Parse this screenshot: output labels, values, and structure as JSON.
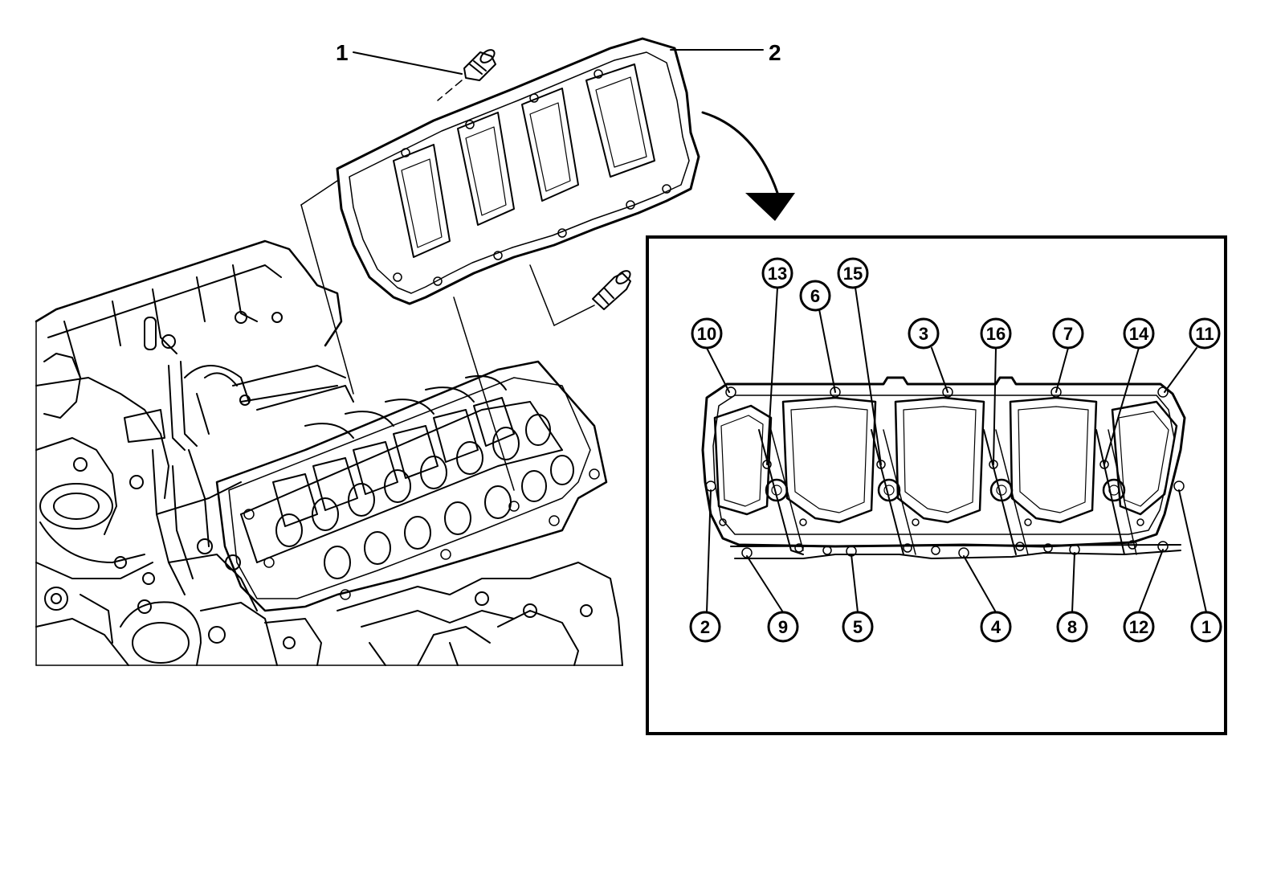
{
  "callouts": [
    {
      "id": "fastener",
      "label": "1"
    },
    {
      "id": "gasket",
      "label": "2"
    }
  ],
  "sequence_labels": {
    "t10": "10",
    "t13": "13",
    "t6": "6",
    "t15": "15",
    "t3": "3",
    "t16": "16",
    "t7": "7",
    "t14": "14",
    "t11": "11",
    "b2": "2",
    "b9": "9",
    "b5": "5",
    "b4": "4",
    "b8": "8",
    "b12": "12",
    "b1": "1"
  }
}
